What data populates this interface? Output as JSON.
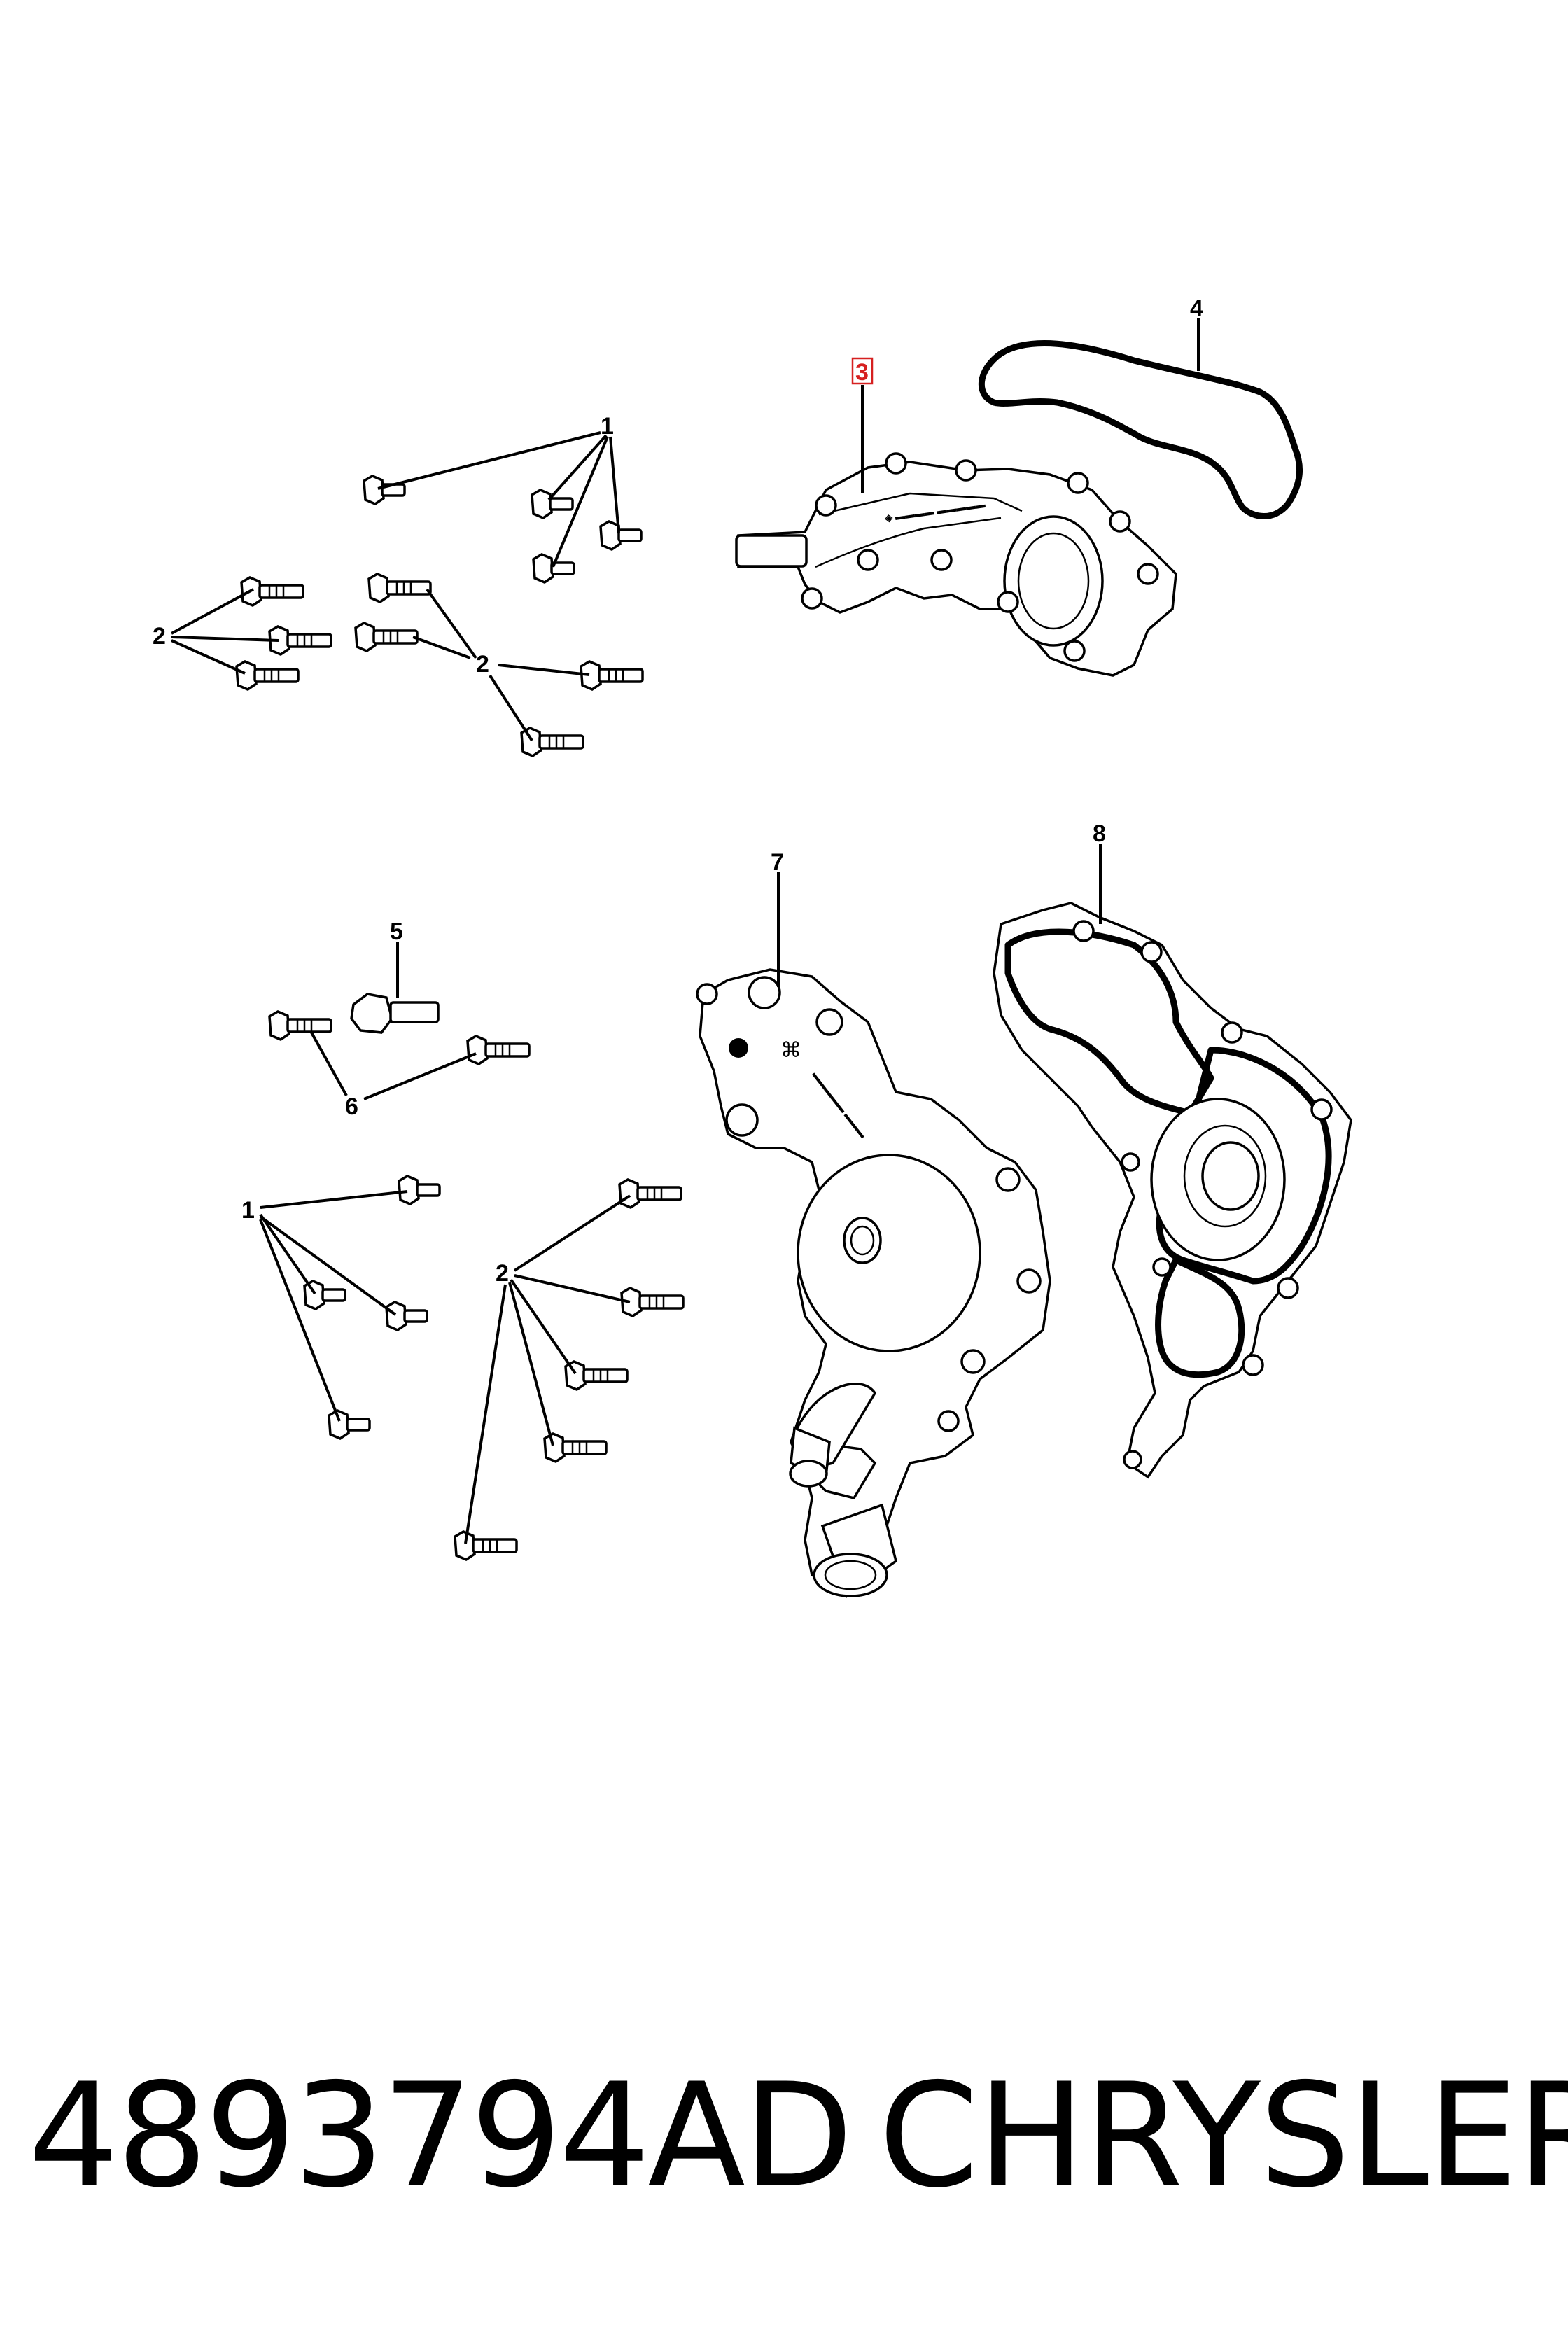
{
  "diagram": {
    "callouts": {
      "c1_top": "1",
      "c2_left": "2",
      "c2_mid": "2",
      "c3": "3",
      "c4": "4",
      "c5": "5",
      "c6": "6",
      "c7": "7",
      "c8": "8",
      "c1_bottom": "1",
      "c2_bottom": "2"
    },
    "highlight_color": "#d62020"
  },
  "footer": {
    "part_number": "4893794AD",
    "brand": "CHRYSLER"
  }
}
